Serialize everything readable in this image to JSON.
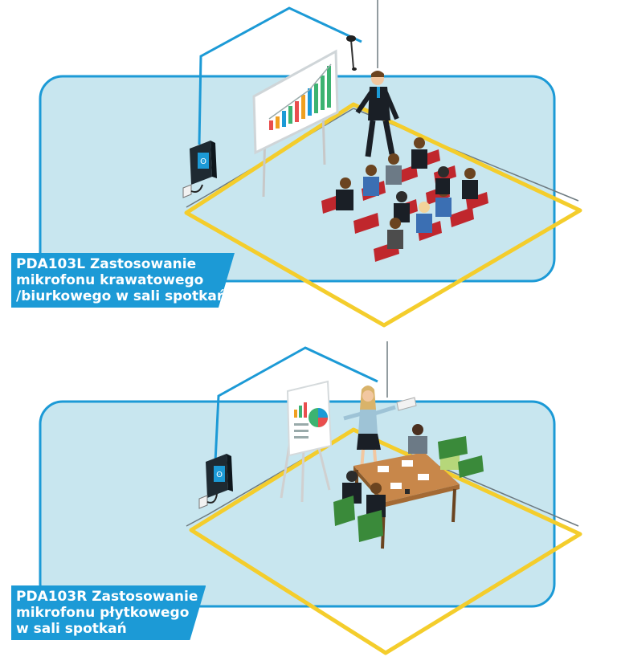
{
  "colors": {
    "room_fill": "#c8e6ef",
    "room_border": "#1c9ad6",
    "loop_wire": "#f4cd2c",
    "label_bg": "#1c9ad6"
  },
  "panel_top": {
    "label_lines": [
      "PDA103L Zastosowanie",
      "mikrofonu krawatowego",
      "/biurkowego w sali spotkań"
    ]
  },
  "panel_bottom": {
    "label_lines": [
      "PDA103R Zastosowanie",
      "mikrofonu płytkowego",
      "w sali spotkań"
    ]
  },
  "icons": [
    "amplifier-icon",
    "hearing-loop-icon",
    "microphone-icon",
    "presentation-board-icon",
    "flipchart-icon",
    "wall-outlet-icon"
  ]
}
